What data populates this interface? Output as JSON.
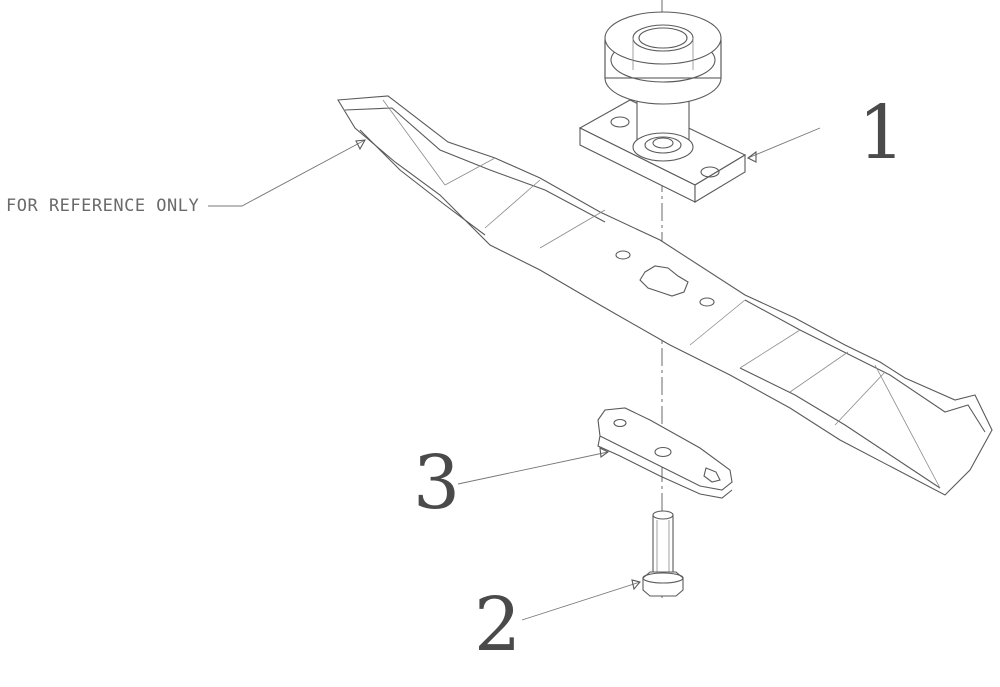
{
  "callouts": {
    "part_1": "1",
    "part_2": "2",
    "part_3": "3"
  },
  "reference_note": "FOR REFERENCE ONLY",
  "colors": {
    "line": "#5a5a5a",
    "text": "#4a4a4a",
    "background": "#ffffff"
  }
}
